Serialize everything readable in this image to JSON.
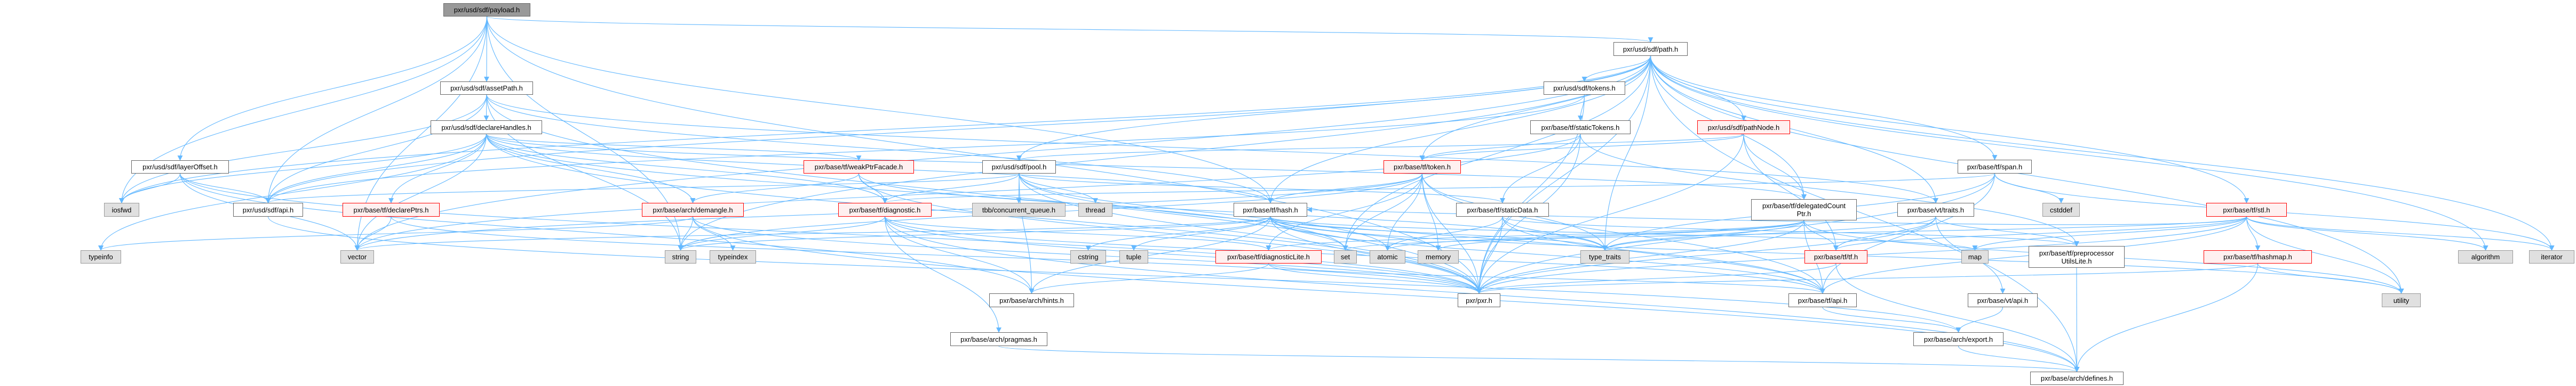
{
  "colors": {
    "edge": "#63b8ff",
    "focus_fill": "#999999",
    "red_border": "#ff0000",
    "red_fill": "#fff0f0",
    "system_fill": "#e0e0e0"
  },
  "nodes": [
    {
      "id": "payload",
      "label": "pxr/usd/sdf/payload.h",
      "kind": "focus"
    },
    {
      "id": "assetPath",
      "label": "pxr/usd/sdf/assetPath.h",
      "kind": "normal"
    },
    {
      "id": "declareHandles",
      "label": "pxr/usd/sdf/declareHandles.h",
      "kind": "normal"
    },
    {
      "id": "layerOffset",
      "label": "pxr/usd/sdf/layerOffset.h",
      "kind": "normal"
    },
    {
      "id": "iosfwd",
      "label": "iosfwd",
      "kind": "system"
    },
    {
      "id": "sdfapi",
      "label": "pxr/usd/sdf/api.h",
      "kind": "normal"
    },
    {
      "id": "declarePtrs",
      "label": "pxr/base/tf/declarePtrs.h",
      "kind": "red"
    },
    {
      "id": "typeinfo",
      "label": "typeinfo",
      "kind": "system"
    },
    {
      "id": "vector",
      "label": "vector",
      "kind": "system"
    },
    {
      "id": "weakPtrFacade",
      "label": "pxr/base/tf/weakPtrFacade.h",
      "kind": "red"
    },
    {
      "id": "pool",
      "label": "pxr/usd/sdf/pool.h",
      "kind": "normal"
    },
    {
      "id": "demangle",
      "label": "pxr/base/arch/demangle.h",
      "kind": "red"
    },
    {
      "id": "diagnostic",
      "label": "pxr/base/tf/diagnostic.h",
      "kind": "red"
    },
    {
      "id": "tbb",
      "label": "tbb/concurrent_queue.h",
      "kind": "system"
    },
    {
      "id": "string",
      "label": "string",
      "kind": "system"
    },
    {
      "id": "typeindex",
      "label": "typeindex",
      "kind": "system"
    },
    {
      "id": "hints",
      "label": "pxr/base/arch/hints.h",
      "kind": "normal"
    },
    {
      "id": "pragmas",
      "label": "pxr/base/arch/pragmas.h",
      "kind": "normal"
    },
    {
      "id": "sdftokens",
      "label": "pxr/usd/sdf/tokens.h",
      "kind": "normal"
    },
    {
      "id": "staticTokens",
      "label": "pxr/base/tf/staticTokens.h",
      "kind": "normal"
    },
    {
      "id": "token",
      "label": "pxr/base/tf/token.h",
      "kind": "red"
    },
    {
      "id": "thread",
      "label": "thread",
      "kind": "system"
    },
    {
      "id": "hash",
      "label": "pxr/base/tf/hash.h",
      "kind": "normal"
    },
    {
      "id": "staticData",
      "label": "pxr/base/tf/staticData.h",
      "kind": "normal"
    },
    {
      "id": "cstring",
      "label": "cstring",
      "kind": "system"
    },
    {
      "id": "tuple",
      "label": "tuple",
      "kind": "system"
    },
    {
      "id": "diagnosticLite",
      "label": "pxr/base/tf/diagnosticLite.h",
      "kind": "red"
    },
    {
      "id": "set",
      "label": "set",
      "kind": "system"
    },
    {
      "id": "atomic",
      "label": "atomic",
      "kind": "system"
    },
    {
      "id": "memory",
      "label": "memory",
      "kind": "system"
    },
    {
      "id": "type_traits",
      "label": "type_traits",
      "kind": "system"
    },
    {
      "id": "pxr",
      "label": "pxr/pxr.h",
      "kind": "normal"
    },
    {
      "id": "path",
      "label": "pxr/usd/sdf/path.h",
      "kind": "normal"
    },
    {
      "id": "pathNode",
      "label": "pxr/usd/sdf/pathNode.h",
      "kind": "red"
    },
    {
      "id": "span",
      "label": "pxr/base/tf/span.h",
      "kind": "normal"
    },
    {
      "id": "delegated",
      "label": "pxr/base/tf/delegatedCount\nPtr.h",
      "kind": "normal"
    },
    {
      "id": "vttraits",
      "label": "pxr/base/vt/traits.h",
      "kind": "normal"
    },
    {
      "id": "cstddef",
      "label": "cstddef",
      "kind": "system"
    },
    {
      "id": "tf",
      "label": "pxr/base/tf/tf.h",
      "kind": "red"
    },
    {
      "id": "map",
      "label": "map",
      "kind": "system"
    },
    {
      "id": "preproc",
      "label": "pxr/base/tf/preprocessor\nUtilsLite.h",
      "kind": "normal"
    },
    {
      "id": "tfapi",
      "label": "pxr/base/tf/api.h",
      "kind": "normal"
    },
    {
      "id": "vtapi",
      "label": "pxr/base/vt/api.h",
      "kind": "normal"
    },
    {
      "id": "export",
      "label": "pxr/base/arch/export.h",
      "kind": "normal"
    },
    {
      "id": "defines",
      "label": "pxr/base/arch/defines.h",
      "kind": "normal"
    },
    {
      "id": "stl",
      "label": "pxr/base/tf/stl.h",
      "kind": "red"
    },
    {
      "id": "hashmap",
      "label": "pxr/base/tf/hashmap.h",
      "kind": "red"
    },
    {
      "id": "algorithm",
      "label": "algorithm",
      "kind": "system"
    },
    {
      "id": "iterator",
      "label": "iterator",
      "kind": "system"
    },
    {
      "id": "utility",
      "label": "utility",
      "kind": "system"
    }
  ],
  "edges": [
    [
      "payload",
      "assetPath"
    ],
    [
      "payload",
      "layerOffset"
    ],
    [
      "payload",
      "sdfapi"
    ],
    [
      "payload",
      "path"
    ],
    [
      "payload",
      "iosfwd"
    ],
    [
      "payload",
      "vector"
    ],
    [
      "payload",
      "string"
    ],
    [
      "payload",
      "pxr"
    ],
    [
      "payload",
      "hash"
    ],
    [
      "assetPath",
      "declareHandles"
    ],
    [
      "assetPath",
      "sdfapi"
    ],
    [
      "assetPath",
      "vttraits"
    ],
    [
      "assetPath",
      "hash"
    ],
    [
      "assetPath",
      "iosfwd"
    ],
    [
      "assetPath",
      "string"
    ],
    [
      "assetPath",
      "pxr"
    ],
    [
      "declareHandles",
      "sdfapi"
    ],
    [
      "declareHandles",
      "declarePtrs"
    ],
    [
      "declareHandles",
      "weakPtrFacade"
    ],
    [
      "declareHandles",
      "demangle"
    ],
    [
      "declareHandles",
      "diagnostic"
    ],
    [
      "declareHandles",
      "hash"
    ],
    [
      "declareHandles",
      "typeinfo"
    ],
    [
      "declareHandles",
      "vector"
    ],
    [
      "declareHandles",
      "set"
    ],
    [
      "declareHandles",
      "pxr"
    ],
    [
      "declareHandles",
      "delegated"
    ],
    [
      "declareHandles",
      "iosfwd"
    ],
    [
      "layerOffset",
      "iosfwd"
    ],
    [
      "layerOffset",
      "sdfapi"
    ],
    [
      "layerOffset",
      "vector"
    ],
    [
      "layerOffset",
      "pxr"
    ],
    [
      "layerOffset",
      "hints"
    ],
    [
      "path",
      "sdftokens"
    ],
    [
      "path",
      "pathNode"
    ],
    [
      "path",
      "delegated"
    ],
    [
      "path",
      "span"
    ],
    [
      "path",
      "vttraits"
    ],
    [
      "path",
      "stl"
    ],
    [
      "path",
      "pool"
    ],
    [
      "path",
      "token"
    ],
    [
      "path",
      "type_traits"
    ],
    [
      "path",
      "set"
    ],
    [
      "path",
      "iterator"
    ],
    [
      "path",
      "utility"
    ],
    [
      "path",
      "vector"
    ],
    [
      "path",
      "string"
    ],
    [
      "path",
      "sdfapi"
    ],
    [
      "path",
      "pxr"
    ],
    [
      "path",
      "defines"
    ],
    [
      "path",
      "hash"
    ],
    [
      "path",
      "iosfwd"
    ],
    [
      "path",
      "algorithm"
    ],
    [
      "sdftokens",
      "staticTokens"
    ],
    [
      "sdftokens",
      "sdfapi"
    ],
    [
      "sdftokens",
      "pxr"
    ],
    [
      "staticTokens",
      "token"
    ],
    [
      "staticTokens",
      "staticData"
    ],
    [
      "staticTokens",
      "preproc"
    ],
    [
      "staticTokens",
      "vector"
    ],
    [
      "staticTokens",
      "pxr"
    ],
    [
      "pathNode",
      "delegated"
    ],
    [
      "pathNode",
      "token"
    ],
    [
      "pathNode",
      "tf"
    ],
    [
      "pathNode",
      "pxr"
    ],
    [
      "pathNode",
      "pool"
    ],
    [
      "pool",
      "tbb"
    ],
    [
      "pool",
      "thread"
    ],
    [
      "pool",
      "diagnostic"
    ],
    [
      "pool",
      "atomic"
    ],
    [
      "pool",
      "hints"
    ],
    [
      "pool",
      "pxr"
    ],
    [
      "pool",
      "sdfapi"
    ],
    [
      "pool",
      "staticData"
    ],
    [
      "pool",
      "tfapi"
    ],
    [
      "weakPtrFacade",
      "demangle"
    ],
    [
      "weakPtrFacade",
      "diagnostic"
    ],
    [
      "weakPtrFacade",
      "pxr"
    ],
    [
      "weakPtrFacade",
      "type_traits"
    ],
    [
      "token",
      "hash"
    ],
    [
      "token",
      "diagnosticLite"
    ],
    [
      "token",
      "set"
    ],
    [
      "token",
      "atomic"
    ],
    [
      "token",
      "memory"
    ],
    [
      "token",
      "string"
    ],
    [
      "token",
      "vector"
    ],
    [
      "token",
      "pxr"
    ],
    [
      "token",
      "tfapi"
    ],
    [
      "token",
      "type_traits"
    ],
    [
      "span",
      "diagnostic"
    ],
    [
      "span",
      "tfapi"
    ],
    [
      "span",
      "cstddef"
    ],
    [
      "span",
      "iterator"
    ],
    [
      "span",
      "type_traits"
    ],
    [
      "span",
      "pxr"
    ],
    [
      "delegated",
      "tf"
    ],
    [
      "delegated",
      "diagnosticLite"
    ],
    [
      "delegated",
      "tfapi"
    ],
    [
      "delegated",
      "type_traits"
    ],
    [
      "delegated",
      "atomic"
    ],
    [
      "delegated",
      "memory"
    ],
    [
      "delegated",
      "utility"
    ],
    [
      "delegated",
      "pxr"
    ],
    [
      "vttraits",
      "vtapi"
    ],
    [
      "vttraits",
      "preproc"
    ],
    [
      "vttraits",
      "type_traits"
    ],
    [
      "vttraits",
      "pxr"
    ],
    [
      "vttraits",
      "tf"
    ],
    [
      "stl",
      "hashmap"
    ],
    [
      "stl",
      "tf"
    ],
    [
      "stl",
      "algorithm"
    ],
    [
      "stl",
      "iterator"
    ],
    [
      "stl",
      "utility"
    ],
    [
      "stl",
      "set"
    ],
    [
      "stl",
      "map"
    ],
    [
      "stl",
      "pxr"
    ],
    [
      "stl",
      "tfapi"
    ],
    [
      "stl",
      "hash"
    ],
    [
      "hashmap",
      "utility"
    ],
    [
      "hashmap",
      "pxr"
    ],
    [
      "hashmap",
      "defines"
    ],
    [
      "demangle",
      "string"
    ],
    [
      "demangle",
      "typeindex"
    ],
    [
      "demangle",
      "typeinfo"
    ],
    [
      "demangle",
      "pxr"
    ],
    [
      "demangle",
      "defines"
    ],
    [
      "declarePtrs",
      "vector"
    ],
    [
      "declarePtrs",
      "pxr"
    ],
    [
      "diagnostic",
      "string"
    ],
    [
      "diagnostic",
      "hints"
    ],
    [
      "diagnostic",
      "pragmas"
    ],
    [
      "diagnostic",
      "diagnosticLite"
    ],
    [
      "diagnostic",
      "tfapi"
    ],
    [
      "diagnostic",
      "pxr"
    ],
    [
      "diagnostic",
      "defines"
    ],
    [
      "hash",
      "cstring"
    ],
    [
      "hash",
      "tuple"
    ],
    [
      "hash",
      "string"
    ],
    [
      "hash",
      "set"
    ],
    [
      "hash",
      "memory"
    ],
    [
      "hash",
      "map"
    ],
    [
      "hash",
      "type_traits"
    ],
    [
      "hash",
      "utility"
    ],
    [
      "hash",
      "vector"
    ],
    [
      "hash",
      "tfapi"
    ],
    [
      "hash",
      "pxr"
    ],
    [
      "hash",
      "hints"
    ],
    [
      "staticData",
      "pxr"
    ],
    [
      "staticData",
      "atomic"
    ],
    [
      "staticData",
      "type_traits"
    ],
    [
      "staticData",
      "preproc"
    ],
    [
      "staticData",
      "tfapi"
    ],
    [
      "diagnosticLite",
      "pxr"
    ],
    [
      "diagnosticLite",
      "tfapi"
    ],
    [
      "diagnosticLite",
      "hints"
    ],
    [
      "tf",
      "pxr"
    ],
    [
      "tf",
      "defines"
    ],
    [
      "preproc",
      "defines"
    ],
    [
      "tfapi",
      "export"
    ],
    [
      "vtapi",
      "export"
    ],
    [
      "export",
      "defines"
    ],
    [
      "pragmas",
      "defines"
    ],
    [
      "sdfapi",
      "export"
    ]
  ]
}
